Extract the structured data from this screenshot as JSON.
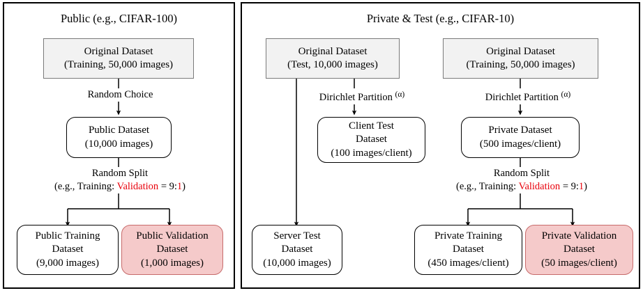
{
  "panels": [
    {
      "id": "public",
      "title": "Public (e.g., CIFAR-100)",
      "nodes": {
        "original": {
          "line1": "Original Dataset",
          "line2": "(Training, 50,000 images)"
        },
        "public_dataset": {
          "line1": "Public Dataset",
          "line2": "(10,000 images)"
        },
        "training": {
          "line1": "Public Training",
          "line2": "Dataset",
          "line3": "(9,000 images)"
        },
        "validation": {
          "line1": "Public Validation",
          "line2": "Dataset",
          "line3": "(1,000 images)"
        }
      },
      "edges": {
        "random_choice": "Random Choice",
        "random_split_line1": "Random Split",
        "random_split_prefix": "(e.g., Training: ",
        "random_split_red_word": "Validation",
        "random_split_mid": " = 9:",
        "random_split_red_ratio": "1",
        "random_split_suffix": ")"
      }
    },
    {
      "id": "private",
      "title": "Private & Test (e.g., CIFAR-10)",
      "nodes": {
        "original_test": {
          "line1": "Original Dataset",
          "line2": "(Test, 10,000 images)"
        },
        "original_train": {
          "line1": "Original Dataset",
          "line2": "(Training, 50,000 images)"
        },
        "client_test": {
          "line1": "Client Test",
          "line2": "Dataset",
          "line3": "(100 images/client)"
        },
        "private_dataset": {
          "line1": "Private Dataset",
          "line2": "(500 images/client)"
        },
        "server_test": {
          "line1": "Server Test",
          "line2": "Dataset",
          "line3": "(10,000 images)"
        },
        "private_training": {
          "line1": "Private Training",
          "line2": "Dataset",
          "line3": "(450 images/client)"
        },
        "private_validation": {
          "line1": "Private Validation",
          "line2": "Dataset",
          "line3": "(50 images/client)"
        }
      },
      "edges": {
        "dirichlet_test": "Dirichlet Partition ",
        "dirichlet_test_alpha": "(α)",
        "dirichlet_train": "Dirichlet Partition ",
        "dirichlet_train_alpha": "(α)",
        "random_split_line1": "Random Split",
        "random_split_prefix": "(e.g., Training: ",
        "random_split_red_word": "Validation",
        "random_split_mid": " = 9:",
        "random_split_red_ratio": "1",
        "random_split_suffix": ")"
      }
    }
  ],
  "colors": {
    "source_fill": "#f2f2f2",
    "validation_fill": "#f5caca",
    "validation_border": "#c76b6b",
    "accent_red": "#e8000b",
    "stroke": "#000000"
  }
}
